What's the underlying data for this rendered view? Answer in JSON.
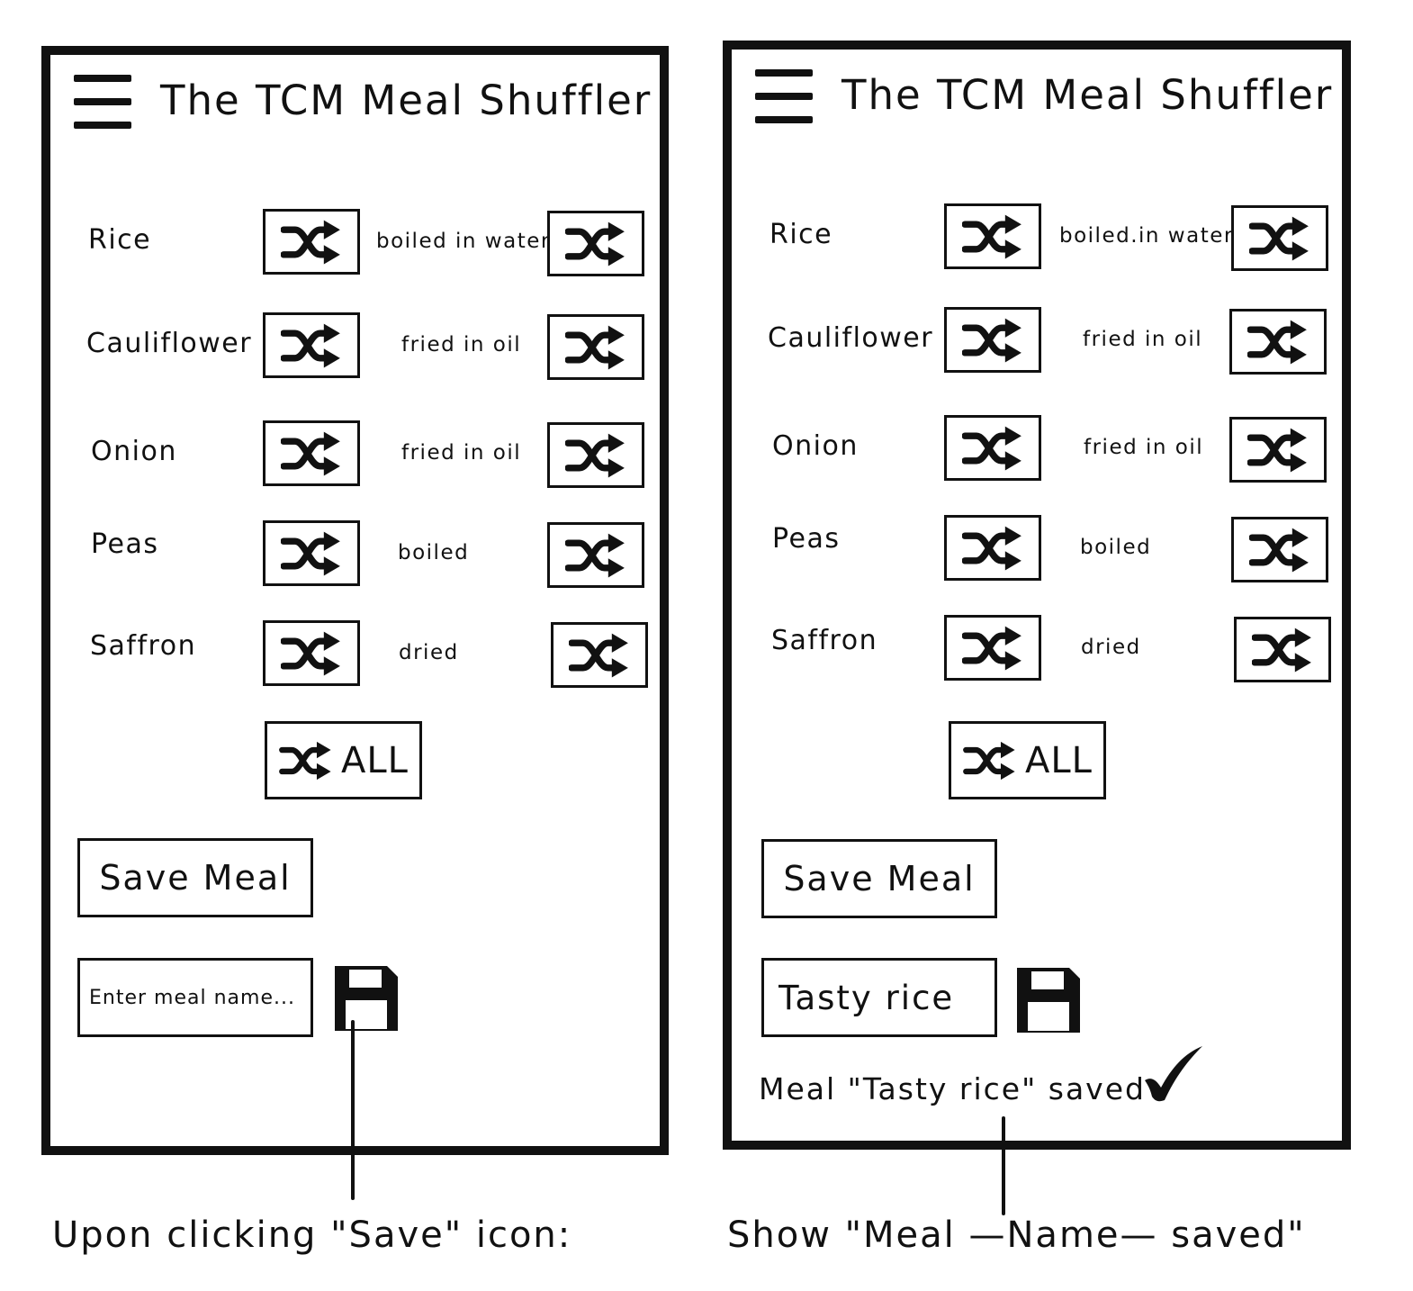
{
  "left_screen": {
    "title": "The TCM Meal Shuffler",
    "ingredients": [
      {
        "name": "Rice",
        "preparation": "boiled in water"
      },
      {
        "name": "Cauliflower",
        "preparation": "fried in oil"
      },
      {
        "name": "Onion",
        "preparation": "fried in oil"
      },
      {
        "name": "Peas",
        "preparation": "boiled"
      },
      {
        "name": "Saffron",
        "preparation": "dried"
      }
    ],
    "shuffle_all_label": "ALL",
    "save_meal_label": "Save Meal",
    "meal_name_placeholder": "Enter meal name...",
    "meal_name_value": ""
  },
  "right_screen": {
    "title": "The TCM Meal Shuffler",
    "ingredients": [
      {
        "name": "Rice",
        "preparation": "boiled.in water"
      },
      {
        "name": "Cauliflower",
        "preparation": "fried in oil"
      },
      {
        "name": "Onion",
        "preparation": "fried in oil"
      },
      {
        "name": "Peas",
        "preparation": "boiled"
      },
      {
        "name": "Saffron",
        "preparation": "dried"
      }
    ],
    "shuffle_all_label": "ALL",
    "save_meal_label": "Save Meal",
    "meal_name_value": "Tasty rice",
    "saved_message": "Meal \"Tasty rice\" saved"
  },
  "captions": {
    "left": "Upon clicking \"Save\" icon:",
    "right": "Show \"Meal —Name— saved\""
  },
  "icons": {
    "menu": "hamburger-menu-icon",
    "shuffle": "shuffle-icon",
    "save": "floppy-disk-icon",
    "confirm": "checkmark-icon"
  },
  "colors": {
    "ink": "#111111",
    "background": "#ffffff"
  }
}
